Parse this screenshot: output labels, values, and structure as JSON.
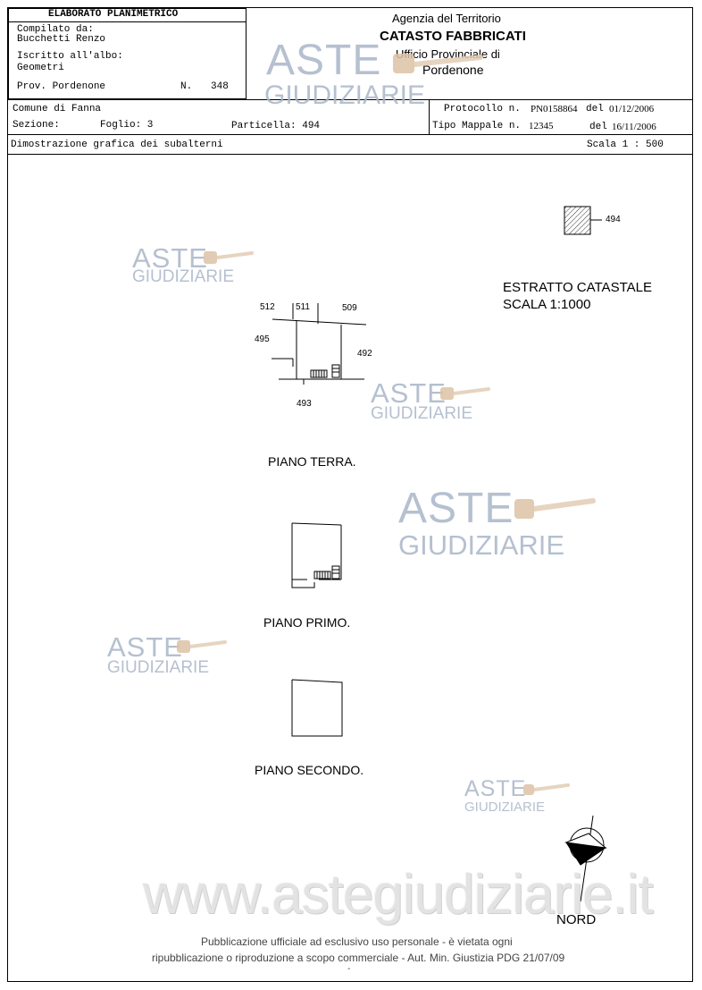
{
  "header": {
    "box_title": "ELABORATO PLANIMETRICO",
    "compilato_label": "Compilato da:",
    "compilato_name": "Bucchetti Renzo",
    "iscritto_label": "Iscritto all'albo:",
    "iscritto_value": "Geometri",
    "prov_label": "Prov. Pordenone",
    "n_label": "N.",
    "n_value": "348",
    "agency": "Agenzia del Territorio",
    "catasto": "CATASTO FABBRICATI",
    "ufficio": "Ufficio Provinciale di",
    "city": "Pordenone"
  },
  "info": {
    "comune": "Comune di Fanna",
    "sezione": "Sezione:",
    "foglio": "Foglio: 3",
    "particella": "Particella: 494",
    "protocollo_label": "Protocollo n.",
    "protocollo_value": "PN0158864",
    "protocollo_del": "del",
    "protocollo_date": "01/12/2006",
    "tipo_label": "Tipo Mappale n.",
    "tipo_value": "12345",
    "tipo_del": "del",
    "tipo_date": "16/11/2006",
    "dimostrazione": "Dimostrazione grafica dei subalterni",
    "scala": "Scala 1 : 500"
  },
  "drawing": {
    "legend_number": "494",
    "estratto_line1": "ESTRATTO CATASTALE",
    "estratto_line2": "SCALA 1:1000",
    "labels": {
      "l512": "512",
      "l511": "511",
      "l509": "509",
      "l495": "495",
      "l492": "492",
      "l493": "493"
    },
    "piano_terra": "PIANO TERRA.",
    "piano_primo": "PIANO PRIMO.",
    "piano_secondo": "PIANO SECONDO.",
    "nord": "NORD"
  },
  "watermarks": {
    "aste": "ASTE",
    "giudiziarie": "GIUDIZIARIE",
    "site": "www.astegiudiziarie.it"
  },
  "footer": {
    "line1": "Pubblicazione ufficiale ad esclusivo uso personale - è vietata ogni",
    "line2": "ripubblicazione o riproduzione a scopo commerciale - Aut. Min. Giustizia PDG 21/07/09",
    "dash": "-"
  }
}
